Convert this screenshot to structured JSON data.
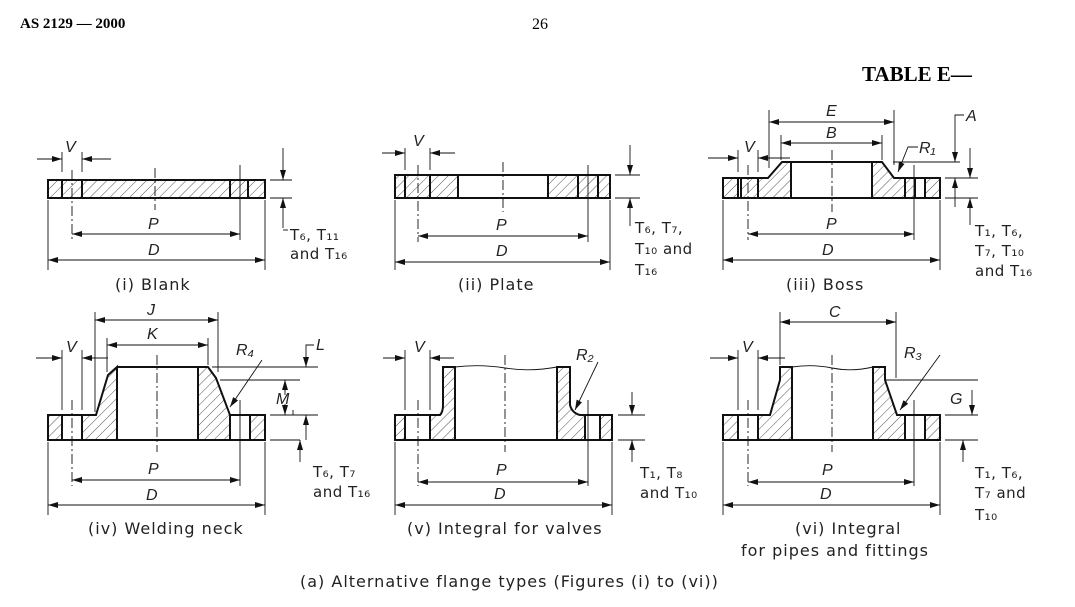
{
  "header": {
    "standard": "AS 2129 — 2000",
    "page_number": "26",
    "table_title": "TABLE E—"
  },
  "figures": [
    {
      "id": "i",
      "caption": "(i) Blank",
      "dims": {
        "V": "V",
        "P": "P",
        "D": "D"
      },
      "thickness_note": [
        "T₆, T₁₁",
        "and T₁₆"
      ]
    },
    {
      "id": "ii",
      "caption": "(ii) Plate",
      "dims": {
        "V": "V",
        "P": "P",
        "D": "D"
      },
      "thickness_note": [
        "T₆, T₇,",
        "T₁₀ and",
        "T₁₆"
      ]
    },
    {
      "id": "iii",
      "caption": "(iii) Boss",
      "dims": {
        "V": "V",
        "P": "P",
        "D": "D",
        "E": "E",
        "B": "B",
        "R": "R₁",
        "A": "A"
      },
      "thickness_note": [
        "T₁, T₆,",
        "T₇, T₁₀",
        "and T₁₆"
      ]
    },
    {
      "id": "iv",
      "caption": "(iv) Welding neck",
      "dims": {
        "V": "V",
        "P": "P",
        "D": "D",
        "J": "J",
        "K": "K",
        "R": "R₄",
        "L": "L",
        "M": "M"
      },
      "thickness_note": [
        "T₆, T₇",
        "and T₁₆"
      ]
    },
    {
      "id": "v",
      "caption": "(v) Integral for valves",
      "dims": {
        "V": "V",
        "P": "P",
        "D": "D",
        "R": "R₂"
      },
      "thickness_note": [
        "T₁, T₈",
        "and T₁₀"
      ]
    },
    {
      "id": "vi",
      "caption": [
        "(vi) Integral",
        "for pipes and fittings"
      ],
      "dims": {
        "V": "V",
        "P": "P",
        "D": "D",
        "C": "C",
        "R": "R₃",
        "G": "G"
      },
      "thickness_note": [
        "T₁, T₆,",
        "T₇ and",
        "T₁₀"
      ]
    }
  ],
  "footer_caption": "(a) Alternative flange types (Figures (i) to (vi))"
}
